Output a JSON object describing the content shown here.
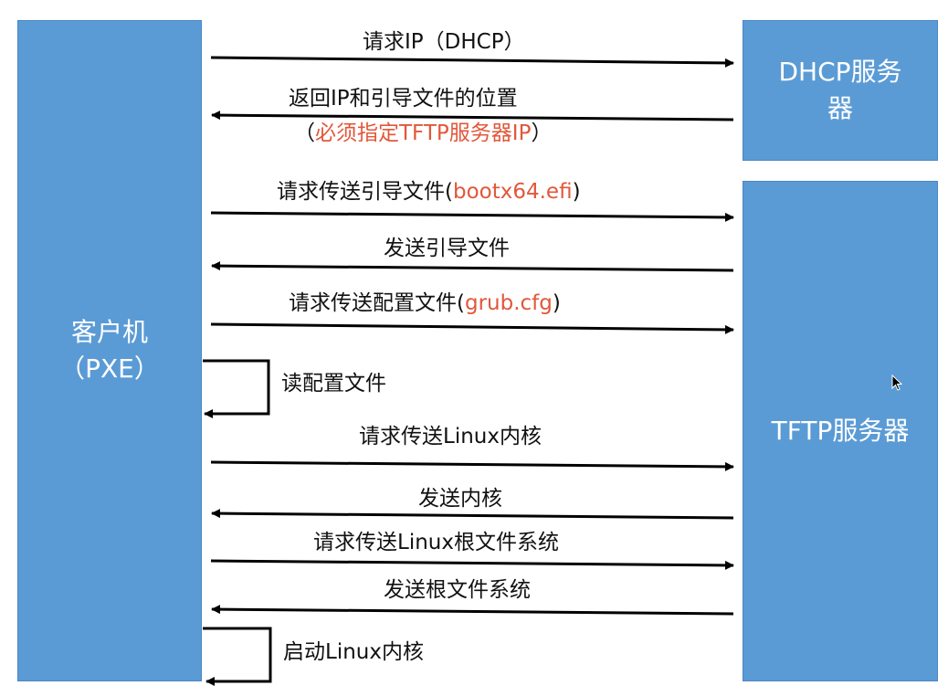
{
  "entities": {
    "client": {
      "line1": "客户机",
      "line2": "（PXE）"
    },
    "dhcp": {
      "line1": "DHCP服务",
      "line2": "器"
    },
    "tftp": {
      "label": "TFTP服务器"
    }
  },
  "steps": [
    {
      "text": "请求IP（DHCP）"
    },
    {
      "text": "返回IP和引导文件的位置",
      "line2_open": "（",
      "line2_red": "必须指定TFTP服务器IP",
      "line2_close": "）"
    },
    {
      "text": "请求传送引导文件(",
      "red": "bootx64.efi",
      "close": ")"
    },
    {
      "text": "发送引导文件"
    },
    {
      "text": "请求传送配置文件(",
      "red": "grub.cfg",
      "close": ")"
    },
    {
      "text": "读配置文件"
    },
    {
      "text": "请求传送Linux内核"
    },
    {
      "text": "发送内核"
    },
    {
      "text": "请求传送Linux根文件系统"
    },
    {
      "text": "发送根文件系统"
    },
    {
      "text": "启动Linux内核"
    }
  ],
  "colors": {
    "box_fill": "#5b9bd5",
    "box_text": "#ffffff",
    "highlight": "#e2573a",
    "arrow": "#000000"
  }
}
